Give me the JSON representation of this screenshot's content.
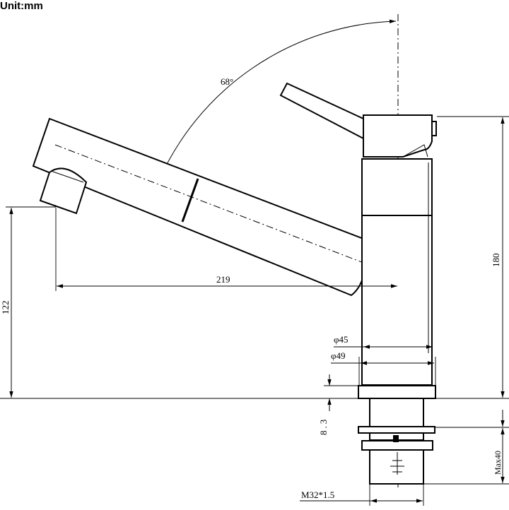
{
  "unit_label": "Unit:mm",
  "dimensions": {
    "angle": "68°",
    "spout_reach": "219",
    "spout_height": "122",
    "total_height": "180",
    "diameter_45": "φ45",
    "diameter_49": "φ49",
    "base_thickness": "8.3",
    "max_counter": "Max40",
    "thread": "M32*1.5"
  }
}
